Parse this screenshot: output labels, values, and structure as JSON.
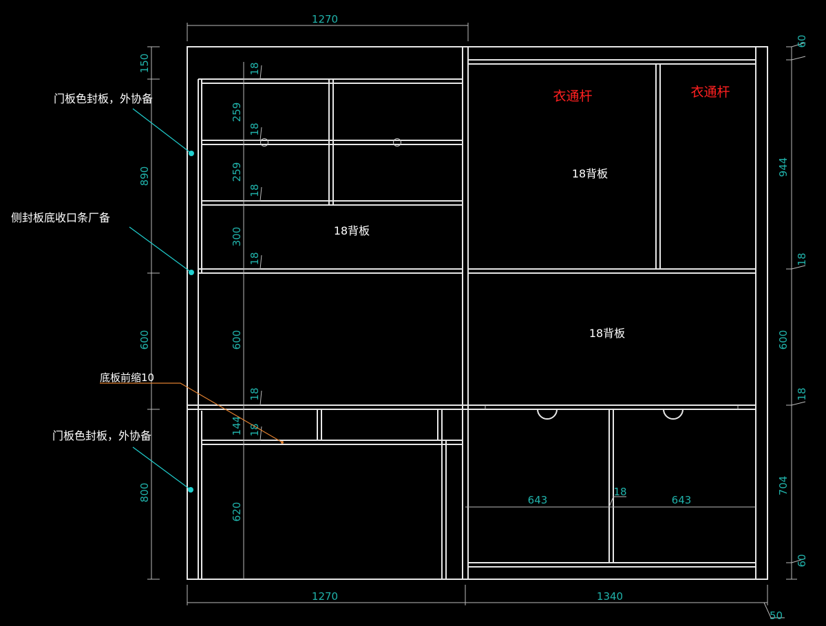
{
  "dimensions": {
    "top_width": "1270",
    "bottom_left": "1270",
    "bottom_right": "1340",
    "bottom_offset": "50",
    "left_outer": [
      "150",
      "890",
      "600",
      "800"
    ],
    "left_inner": [
      "18",
      "259",
      "18",
      "259",
      "18",
      "300",
      "18",
      "600",
      "18",
      "144",
      "18",
      "620"
    ],
    "right_outer": [
      "60",
      "944",
      "18",
      "600",
      "18",
      "704",
      "60"
    ],
    "drawer_left": "643",
    "drawer_mid": "18",
    "drawer_right": "643"
  },
  "labels": {
    "rod_1": "衣通杆",
    "rod_2": "衣通杆",
    "back_panel_1": "18背板",
    "back_panel_2": "18背板",
    "back_panel_3": "18背板"
  },
  "callouts": {
    "door_panel_top": "门板色封板，外协备",
    "side_panel": "侧封板底收口条厂备",
    "bottom_setback": "底板前缩10",
    "door_panel_bottom": "门板色封板，外协备"
  },
  "colors": {
    "background": "#000000",
    "lines": "#e8e8e8",
    "dimension_text": "#20b2aa",
    "callout_leader": "#20d0d0",
    "rod_text": "#ff2020",
    "note_leader": "#e08030"
  }
}
